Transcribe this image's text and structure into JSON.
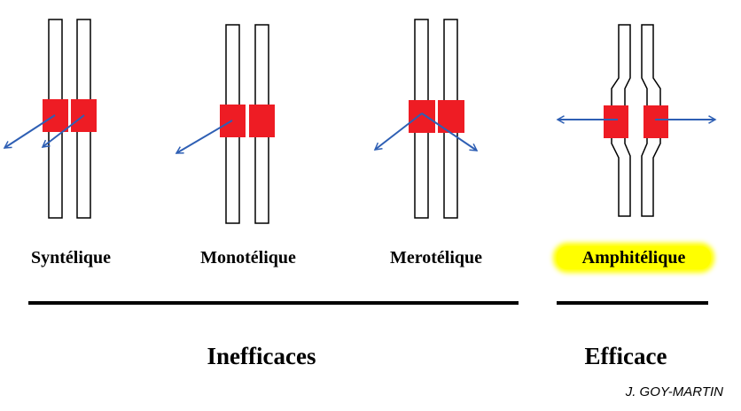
{
  "types": [
    {
      "id": "syntelic",
      "label": "Syntélique",
      "attachment": "both kinetochores pulled to the same pole",
      "highlight": false
    },
    {
      "id": "monotelic",
      "label": "Monotélique",
      "attachment": "single kinetochore attached",
      "highlight": false
    },
    {
      "id": "merotelic",
      "label": "Merotélique",
      "attachment": "one kinetochore attached to both poles",
      "highlight": false
    },
    {
      "id": "amphitelic",
      "label": "Amphitélique",
      "attachment": "sister kinetochores pulled to opposite poles",
      "highlight": true
    }
  ],
  "groups": {
    "inefficient": "Inefficaces",
    "efficient": "Efficace"
  },
  "credit": "J. GOY-MARTIN",
  "colors": {
    "kinetochore": "#ee1c24",
    "arrow": "#2e5fb4",
    "chromatid_stroke": "#000000",
    "highlight": "#ffff00",
    "divider": "#000000"
  }
}
